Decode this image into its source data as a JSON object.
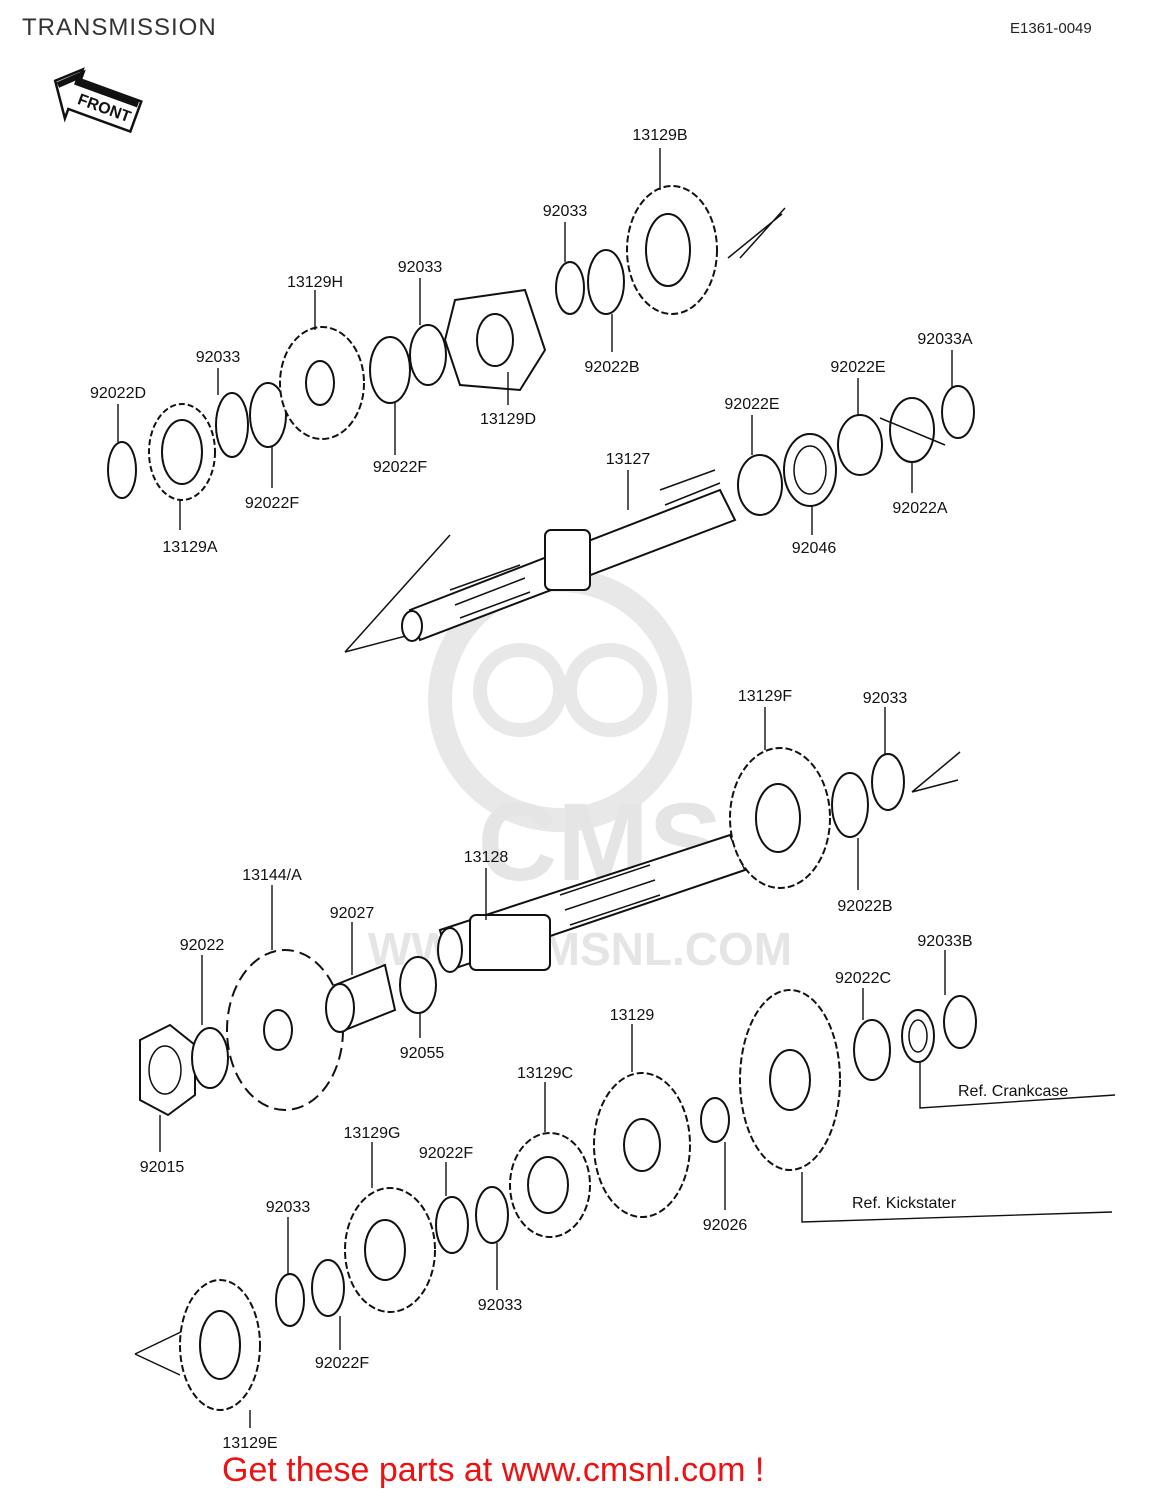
{
  "header": {
    "title": "TRANSMISSION",
    "diagram_code": "E1361-0049"
  },
  "front_arrow": {
    "label": "FRONT",
    "icon": "front-arrow-icon"
  },
  "watermark": {
    "text": "WWW.CMSNL.COM",
    "logo_text": "CMS"
  },
  "part_labels": {
    "p13129B": "13129B",
    "p92033_top": "92033",
    "p92033_mid": "92033",
    "p13129H": "13129H",
    "p92033_left": "92033",
    "p92022D": "92022D",
    "p92022B_top": "92022B",
    "p13129D": "13129D",
    "p92022F_a": "92022F",
    "p92022F_b": "92022F",
    "p13129A": "13129A",
    "p92033A": "92033A",
    "p92022E_a": "92022E",
    "p92022E_b": "92022E",
    "p13127": "13127",
    "p92046": "92046",
    "p92022A": "92022A",
    "p13129F": "13129F",
    "p92033_right": "92033",
    "p92022B_right": "92022B",
    "p13128": "13128",
    "p13144A": "13144/A",
    "p92027": "92027",
    "p92022": "92022",
    "p92055": "92055",
    "p92015": "92015",
    "p92033B": "92033B",
    "p92022C": "92022C",
    "p13129": "13129",
    "p13129C": "13129C",
    "p92026": "92026",
    "p13129G": "13129G",
    "p92022F_c": "92022F",
    "p92033_low": "92033",
    "p92033_bot": "92033",
    "p92022F_d": "92022F",
    "p13129E": "13129E"
  },
  "references": {
    "crankcase": "Ref.  Crankcase",
    "kickstarter": "Ref.  Kickstater"
  },
  "footer": {
    "cta": "Get these parts at www.cmsnl.com !"
  }
}
